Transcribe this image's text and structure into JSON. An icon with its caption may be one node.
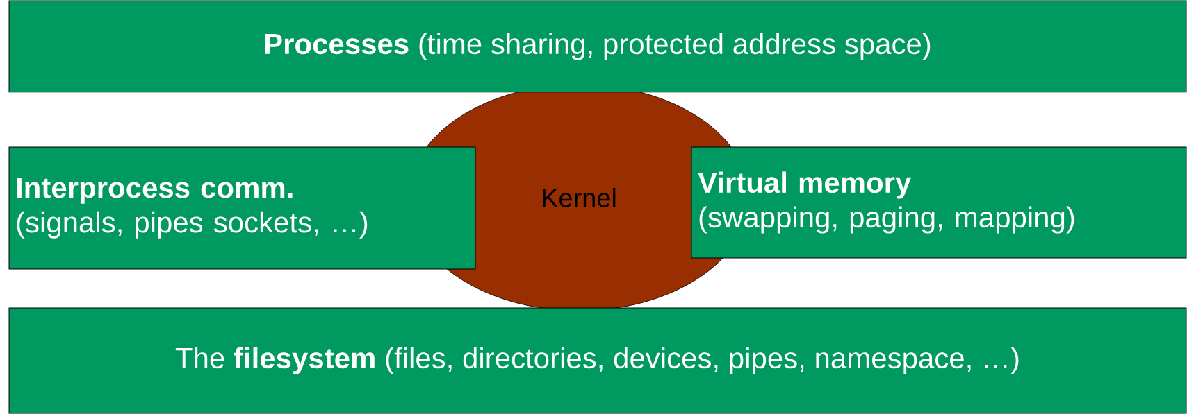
{
  "diagram": {
    "nodes": [
      {
        "text": [
          "**Processes** (time sharing, protected address space)"
        ]
      },
      {
        "text": [
          "Interprocess comm.",
          "(signals, pipes sockets, …)"
        ]
      },
      {
        "text": [
          "Kernel"
        ]
      },
      {
        "text": [
          "Virtual memory",
          "(swapping, paging, mapping)"
        ]
      },
      {
        "text": [
          "The **filesystem** (files, directories, devices, pipes, namespace, …)"
        ]
      }
    ]
  }
}
